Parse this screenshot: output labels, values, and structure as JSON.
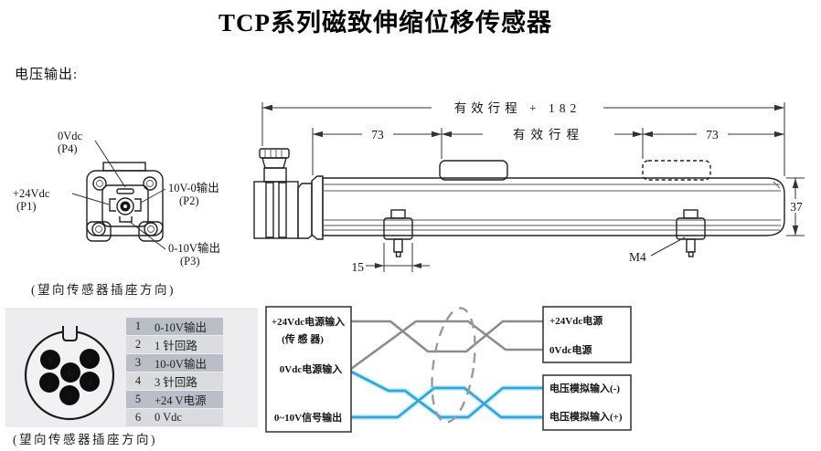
{
  "page": {
    "title": "TCP系列磁致伸缩位移传感器",
    "section_label": "电压输出:"
  },
  "connector_face": {
    "labels": {
      "p4": {
        "name": "0Vdc",
        "pin": "(P4)"
      },
      "p1": {
        "name": "+24Vdc",
        "pin": "(P1)"
      },
      "p2": {
        "name": "10V-0输出",
        "pin": "(P2)"
      },
      "p3": {
        "name": "0-10V输出",
        "pin": "(P3)"
      }
    },
    "caption": "(望向传感器插座方向)"
  },
  "sensor_drawing": {
    "dim_total": "有效行程 + 182",
    "dim_stroke_label": "有效行程",
    "dim_left_73": "73",
    "dim_right_73": "73",
    "dim_height_37": "37",
    "dim_foot_15": "15",
    "screw_label": "M4"
  },
  "round_connector": {
    "pins": [
      "1",
      "2",
      "3",
      "4",
      "5",
      "6"
    ],
    "caption": "(望向传感器插座方向)"
  },
  "pin_table": {
    "rows": [
      {
        "pin": "1",
        "desc": "0-10V输出"
      },
      {
        "pin": "2",
        "desc": "1 针回路"
      },
      {
        "pin": "3",
        "desc": "10-0V输出"
      },
      {
        "pin": "4",
        "desc": "3 针回路"
      },
      {
        "pin": "5",
        "desc": "+24 V电源"
      },
      {
        "pin": "6",
        "desc": "0 Vdc"
      }
    ]
  },
  "wiring": {
    "sensor_box": {
      "line1": "+24Vdc电源输入",
      "line2": "(传 感 器)",
      "line3": "0Vdc电源输入",
      "line4": "0~10V信号输出"
    },
    "power_box": {
      "line1": "+24Vdc电源",
      "line2": "0Vdc电源"
    },
    "signal_box": {
      "line1": "电压模拟输入(-)",
      "line2": "电压模拟输入(+)"
    }
  },
  "colors": {
    "power_wire": "#8c8c8c",
    "signal_wire": "#2aa7dc",
    "signal_wire_halo": "#cdeef9",
    "table_row_dark": "#babec6",
    "table_row_light": "#d9dbdf"
  }
}
